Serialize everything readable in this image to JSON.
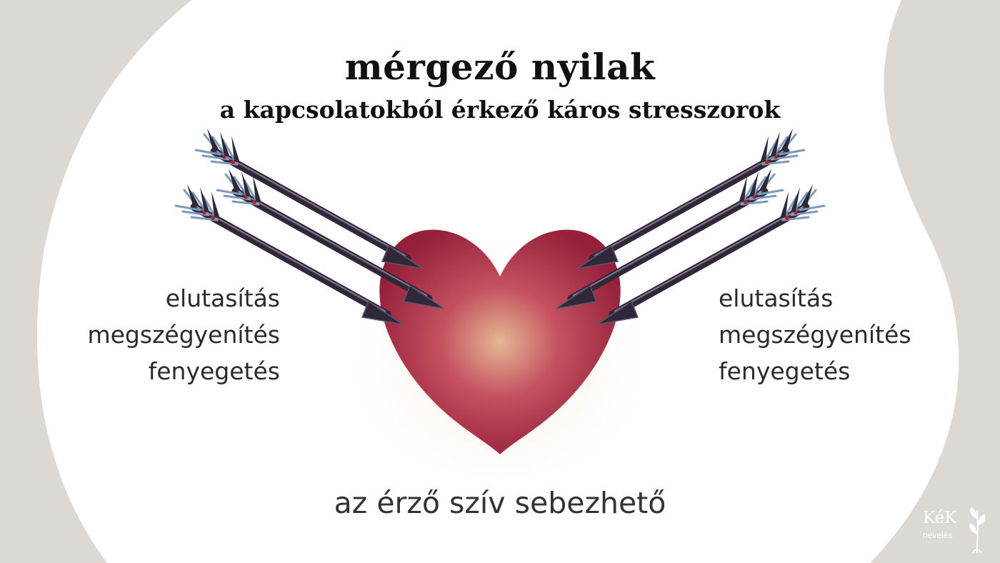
{
  "title": "mérgező nyilak",
  "subtitle": "a kapcsolatokból érkező káros stresszorok",
  "left_list": [
    "elutasítás",
    "megszégyenítés",
    "fenyegetés"
  ],
  "right_list": [
    "elutasítás",
    "megszégyenítés",
    "fenyegetés"
  ],
  "tagline": "az érző szív sebezhető",
  "logo": {
    "name": "KéK",
    "sub": "nevelés"
  },
  "colors": {
    "background": "#dcd8d4",
    "panel": "#ffffff",
    "heart": "#a2283f",
    "arrow": "#2f2838",
    "fletching": "#7a9ab8"
  }
}
